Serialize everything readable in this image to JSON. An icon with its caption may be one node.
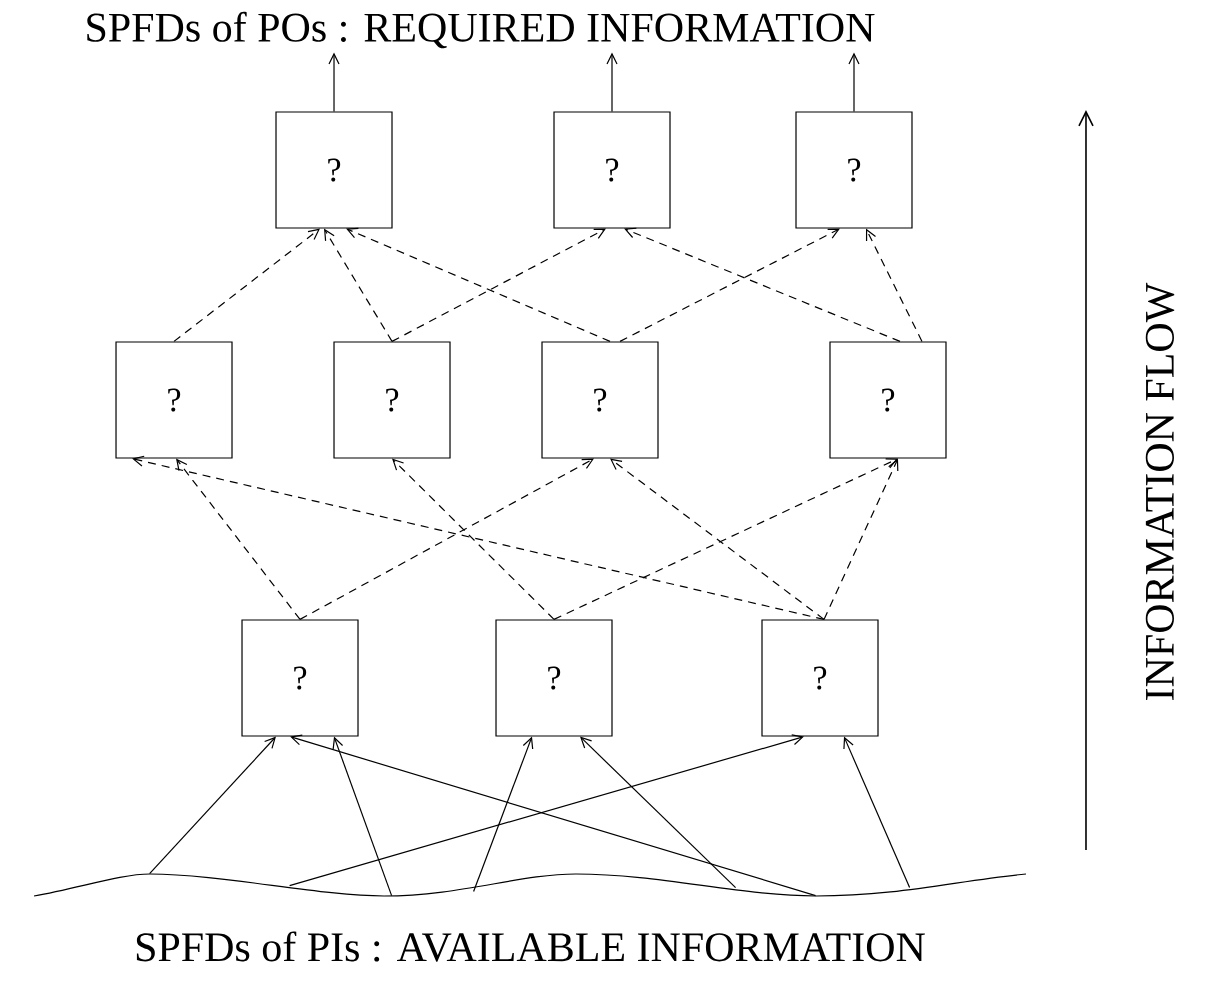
{
  "diagram": {
    "nodes": [
      {
        "text": [
          "SPFDs of POs : REQUIRED INFORMATION"
        ]
      },
      {
        "text": [
          "?"
        ]
      },
      {
        "text": [
          "?"
        ]
      },
      {
        "text": [
          "?"
        ]
      },
      {
        "text": [
          "?"
        ]
      },
      {
        "text": [
          "?"
        ]
      },
      {
        "text": [
          "?"
        ]
      },
      {
        "text": [
          "?"
        ]
      },
      {
        "text": [
          "?"
        ]
      },
      {
        "text": [
          "?"
        ]
      },
      {
        "text": [
          "?"
        ]
      },
      {
        "text": [],
        "shape": "wave",
        "beside": [
          "SPFDs of PIs : AVAILABLE INFORMATION"
        ]
      }
    ],
    "edges": [
      {
        "from": 1,
        "to": 0,
        "arrow": "to"
      },
      {
        "from": 2,
        "to": 0,
        "arrow": "to"
      },
      {
        "from": 3,
        "to": 0,
        "arrow": "to"
      },
      {
        "from": 4,
        "to": 1,
        "arrow": "to",
        "style": "dashed"
      },
      {
        "from": 5,
        "to": 1,
        "arrow": "to",
        "style": "dashed"
      },
      {
        "from": 6,
        "to": 1,
        "arrow": "to",
        "style": "dashed"
      },
      {
        "from": 5,
        "to": 2,
        "arrow": "to",
        "style": "dashed"
      },
      {
        "from": 6,
        "to": 3,
        "arrow": "to",
        "style": "dashed"
      },
      {
        "from": 7,
        "to": 2,
        "arrow": "to",
        "style": "dashed"
      },
      {
        "from": 7,
        "to": 3,
        "arrow": "to",
        "style": "dashed"
      },
      {
        "from": 8,
        "to": 4,
        "arrow": "to",
        "style": "dashed"
      },
      {
        "from": 8,
        "to": 6,
        "arrow": "to",
        "style": "dashed"
      },
      {
        "from": 9,
        "to": 5,
        "arrow": "to",
        "style": "dashed"
      },
      {
        "from": 9,
        "to": 7,
        "arrow": "to",
        "style": "dashed"
      },
      {
        "from": 10,
        "to": 4,
        "arrow": "to",
        "style": "dashed"
      },
      {
        "from": 10,
        "to": 6,
        "arrow": "to",
        "style": "dashed"
      },
      {
        "from": 10,
        "to": 7,
        "arrow": "to",
        "style": "dashed"
      },
      {
        "from": 11,
        "to": 8,
        "arrow": "to"
      },
      {
        "from": 11,
        "to": 8,
        "arrow": "to"
      },
      {
        "from": 11,
        "to": 8,
        "arrow": "to"
      },
      {
        "from": 11,
        "to": 9,
        "arrow": "to"
      },
      {
        "from": 11,
        "to": 9,
        "arrow": "to"
      },
      {
        "from": 11,
        "to": 10,
        "arrow": "to"
      },
      {
        "from": 11,
        "to": 10,
        "arrow": "to"
      }
    ],
    "labels": [
      "INFORMATION FLOW"
    ]
  }
}
